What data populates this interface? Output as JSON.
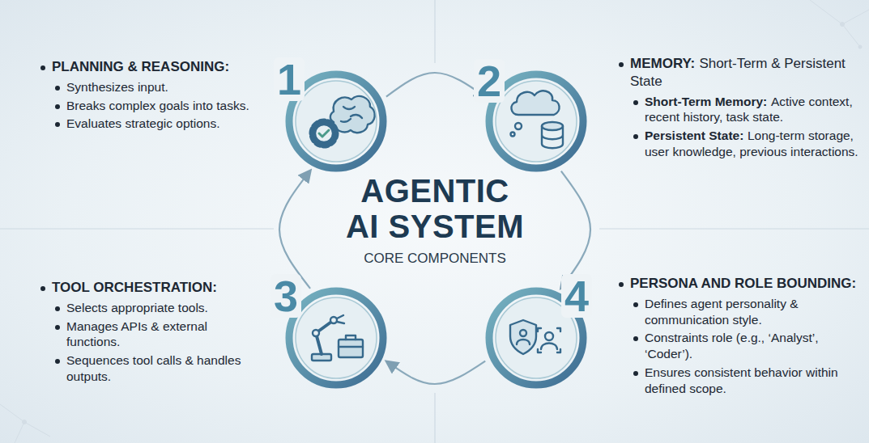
{
  "diagram": {
    "title": "AGENTIC AI SYSTEM",
    "nodes": [
      {
        "text": [
          "1"
        ]
      },
      {
        "text": [
          "2"
        ]
      },
      {
        "text": [
          "3"
        ]
      },
      {
        "text": [
          "4"
        ]
      }
    ],
    "edges": [
      {
        "from": 0,
        "to": 1,
        "arrow": "to"
      },
      {
        "from": 1,
        "to": 3,
        "arrow": "to"
      },
      {
        "from": 3,
        "to": 2,
        "arrow": "to"
      },
      {
        "from": 2,
        "to": 0,
        "arrow": "to"
      }
    ],
    "labels": [
      "PLANNING & REASONING:",
      "Synthesizes input.",
      "Breaks complex goals into tasks.",
      "Evaluates strategic options.",
      "MEMORY:",
      "Short-Term & Persistent State",
      "Short-Term Memory:",
      "Active context, recent history, task state.",
      "Persistent State:",
      "Long-term storage, user knowledge, previous interactions.",
      "TOOL ORCHESTRATION:",
      "Selects appropriate tools.",
      "Manages APIs & external functions.",
      "Sequences tool calls & handles outputs.",
      "PERSONA AND ROLE BOUNDING:",
      "Defines agent personality & communication style.",
      "Constraints role (e.g., ‘Analyst’, ‘Coder’).",
      "Ensures consistent behavior within defined scope.",
      "CORE COMPONENTS"
    ]
  }
}
